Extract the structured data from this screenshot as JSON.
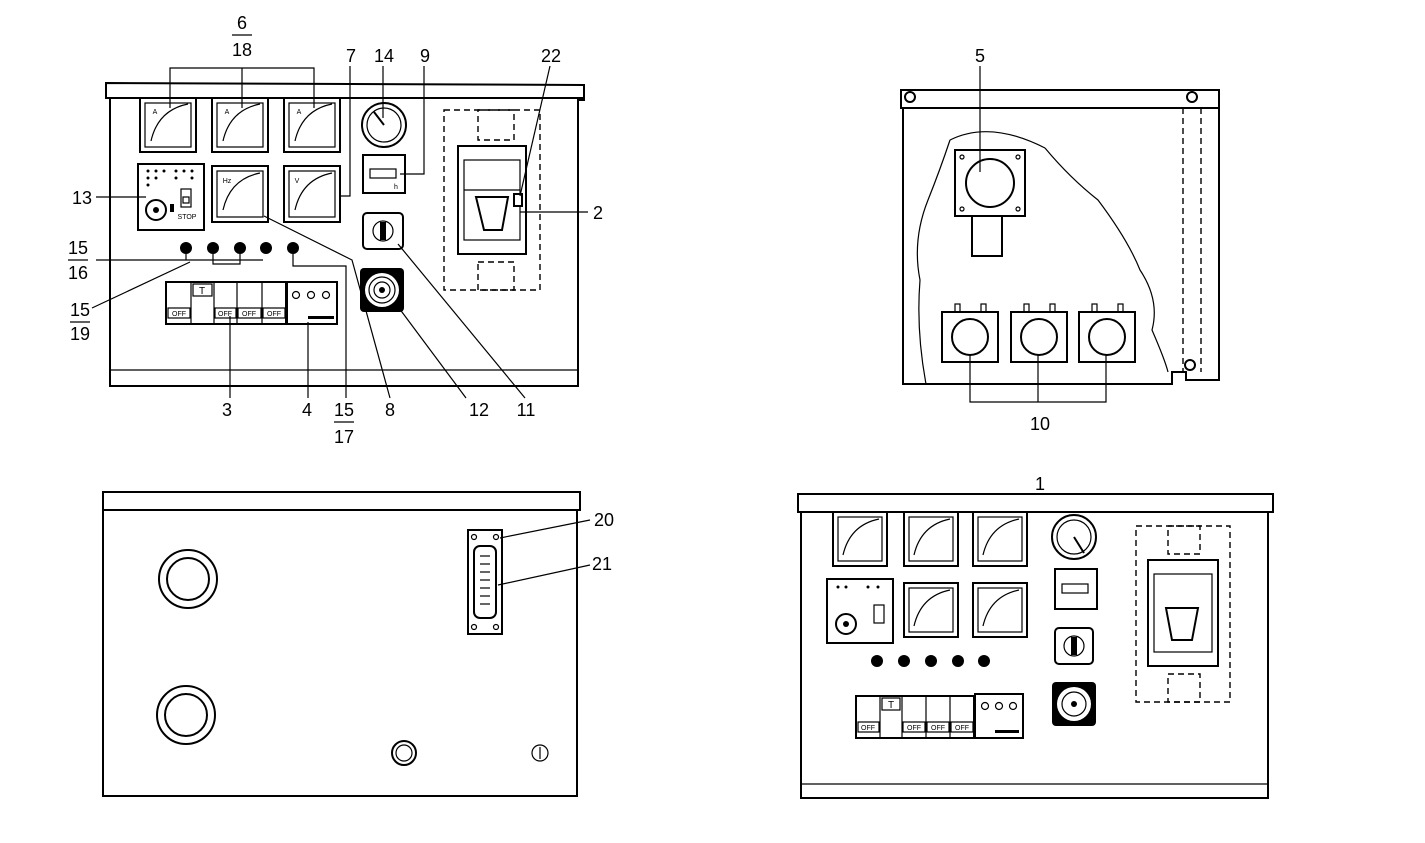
{
  "diagram": {
    "callouts": {
      "n1": "1",
      "n2": "2",
      "n3": "3",
      "n4": "4",
      "n5": "5",
      "n6": "6",
      "n18": "18",
      "n7": "7",
      "n8": "8",
      "n9": "9",
      "n10": "10",
      "n11": "11",
      "n12": "12",
      "n13": "13",
      "n14": "14",
      "n15a": "15",
      "n16": "16",
      "n15b": "15",
      "n19": "19",
      "n15c": "15",
      "n17": "17",
      "n20": "20",
      "n21": "21",
      "n22": "22"
    },
    "labels": {
      "breaker_off": "OFF",
      "breaker_t": "T",
      "meter_hz": "Hz",
      "meter_v": "V",
      "meter_a": "A",
      "hour_h": "h",
      "stop": "STOP"
    }
  }
}
